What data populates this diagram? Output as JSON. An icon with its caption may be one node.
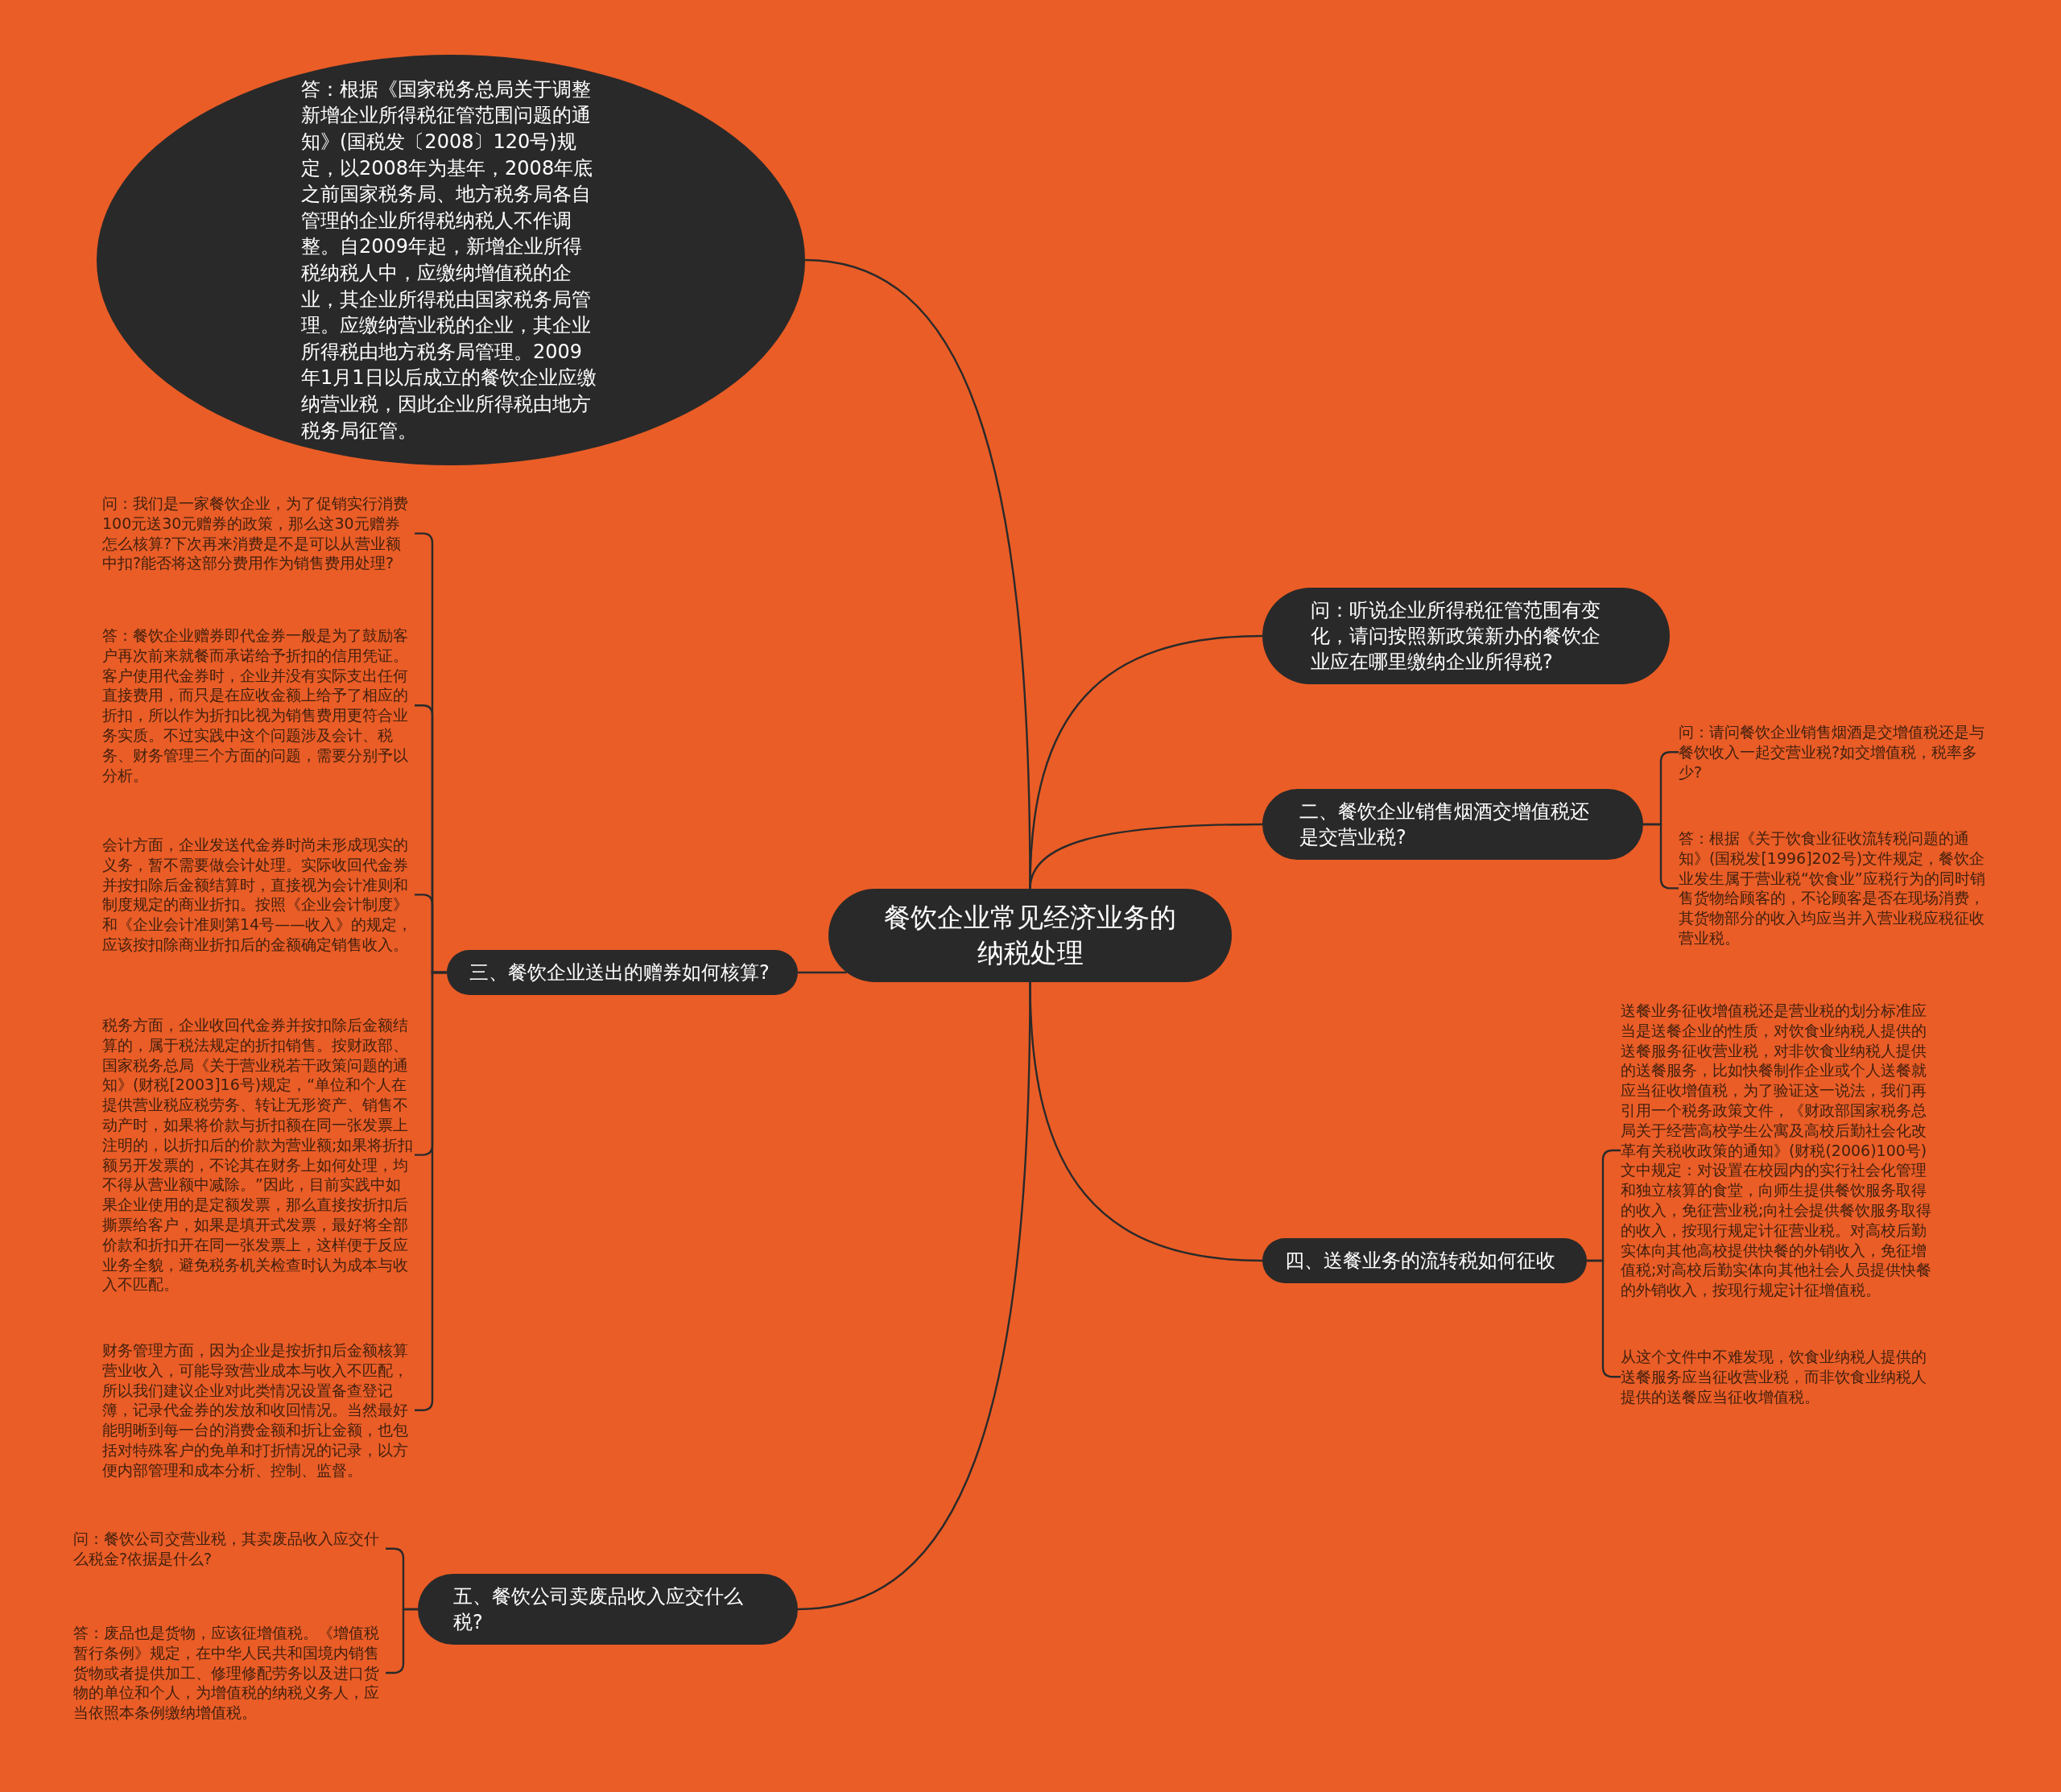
{
  "diagram": {
    "nodes": [
      {
        "text": [
          "餐饮企业常见经济业务的纳税处理"
        ]
      },
      {
        "text": [
          "答：根据《国家税务总局关于调整新增企业所得税征管范围问题的通知》(国税发〔2008〕120号)规定，以2008年为基年，2008年底之前国家税务局、地方税务局各自管理的企业所得税纳税人不作调整。自2009年起，新增企业所得税纳税人中，应缴纳增值税的企业，其企业所得税由国家税务局管理。应缴纳营业税的企业，其企业所得税由地方税务局管理。2009年1月1日以后成立的餐饮企业应缴纳营业税，因此企业所得税由地方税务局征管。"
        ]
      },
      {
        "text": [
          "问：听说企业所得税征管范围有变化，请问按照新政策新办的餐饮企业应在哪里缴纳企业所得税?"
        ]
      },
      {
        "text": [
          "二、餐饮企业销售烟酒交增值税还是交营业税?"
        ]
      },
      {
        "text": [
          "问：请问餐饮企业销售烟酒是交增值税还是与餐饮收入一起交营业税?如交增值税，税率多少?"
        ]
      },
      {
        "text": [
          "答：根据《关于饮食业征收流转税问题的通知》(国税发[1996]202号)文件规定，餐饮企业发生属于营业税“饮食业”应税行为的同时销售货物给顾客的，不论顾客是否在现场消费，其货物部分的收入均应当并入营业税应税征收营业税。"
        ]
      },
      {
        "text": [
          "三、餐饮企业送出的赠券如何核算?"
        ]
      },
      {
        "text": [
          "问：我们是一家餐饮企业，为了促销实行消费100元送30元赠券的政策，那么这30元赠券怎么核算?下次再来消费是不是可以从营业额中扣?能否将这部分费用作为销售费用处理?"
        ]
      },
      {
        "text": [
          "答：餐饮企业赠券即代金券一般是为了鼓励客户再次前来就餐而承诺给予折扣的信用凭证。客户使用代金券时，企业并没有实际支出任何直接费用，而只是在应收金额上给予了相应的折扣，所以作为折扣比视为销售费用更符合业务实质。不过实践中这个问题涉及会计、税务、财务管理三个方面的问题，需要分别予以分析。"
        ]
      },
      {
        "text": [
          "会计方面，企业发送代金券时尚未形成现实的义务，暂不需要做会计处理。实际收回代金券并按扣除后金额结算时，直接视为会计准则和制度规定的商业折扣。按照《企业会计制度》和《企业会计准则第14号——收入》的规定，应该按扣除商业折扣后的金额确定销售收入。"
        ]
      },
      {
        "text": [
          "税务方面，企业收回代金券并按扣除后金额结算的，属于税法规定的折扣销售。按财政部、国家税务总局《关于营业税若干政策问题的通知》(财税[2003]16号)规定，“单位和个人在提供营业税应税劳务、转让无形资产、销售不动产时，如果将价款与折扣额在同一张发票上注明的，以折扣后的价款为营业额;如果将折扣额另开发票的，不论其在财务上如何处理，均不得从营业额中减除。”因此，目前实践中如果企业使用的是定额发票，那么直接按折扣后撕票给客户，如果是填开式发票，最好将全部价款和折扣开在同一张发票上，这样便于反应业务全貌，避免税务机关检查时认为成本与收入不匹配。"
        ]
      },
      {
        "text": [
          "财务管理方面，因为企业是按折扣后金额核算营业收入，可能导致营业成本与收入不匹配，所以我们建议企业对此类情况设置备查登记簿，记录代金券的发放和收回情况。当然最好能明晰到每一台的消费金额和折让金额，也包括对特殊客户的免单和打折情况的记录，以方便内部管理和成本分析、控制、监督。"
        ]
      },
      {
        "text": [
          "四、送餐业务的流转税如何征收"
        ]
      },
      {
        "text": [
          "送餐业务征收增值税还是营业税的划分标准应当是送餐企业的性质，对饮食业纳税人提供的送餐服务征收营业税，对非饮食业纳税人提供的送餐服务，比如快餐制作企业或个人送餐就应当征收增值税，为了验证这一说法，我们再引用一个税务政策文件，《财政部国家税务总局关于经营高校学生公寓及高校后勤社会化改革有关税收政策的通知》(财税(2006)100号)文中规定：对设置在校园内的实行社会化管理和独立核算的食堂，向师生提供餐饮服务取得的收入，免征营业税;向社会提供餐饮服务取得的收入，按现行规定计征营业税。对高校后勤实体向其他高校提供快餐的外销收入，免征增值税;对高校后勤实体向其他社会人员提供快餐的外销收入，按现行规定计征增值税。"
        ]
      },
      {
        "text": [
          "从这个文件中不难发现，饮食业纳税人提供的送餐服务应当征收营业税，而非饮食业纳税人提供的送餐应当征收增值税。"
        ]
      },
      {
        "text": [
          "五、餐饮公司卖废品收入应交什么税?"
        ]
      },
      {
        "text": [
          "问：餐饮公司交营业税，其卖废品收入应交什么税金?依据是什么?"
        ]
      },
      {
        "text": [
          "答：废品也是货物，应该征增值税。《增值税暂行条例》规定，在中华人民共和国境内销售货物或者提供加工、修理修配劳务以及进口货物的单位和个人，为增值税的纳税义务人，应当依照本条例缴纳增值税。"
        ]
      }
    ],
    "edges": [
      {
        "from": 0,
        "to": 1,
        "arrow": "none"
      },
      {
        "from": 0,
        "to": 2,
        "arrow": "none"
      },
      {
        "from": 0,
        "to": 3,
        "arrow": "none"
      },
      {
        "from": 3,
        "to": 4,
        "arrow": "none"
      },
      {
        "from": 3,
        "to": 5,
        "arrow": "none"
      },
      {
        "from": 0,
        "to": 6,
        "arrow": "none"
      },
      {
        "from": 6,
        "to": 7,
        "arrow": "none"
      },
      {
        "from": 6,
        "to": 8,
        "arrow": "none"
      },
      {
        "from": 6,
        "to": 9,
        "arrow": "none"
      },
      {
        "from": 6,
        "to": 10,
        "arrow": "none"
      },
      {
        "from": 6,
        "to": 11,
        "arrow": "none"
      },
      {
        "from": 0,
        "to": 12,
        "arrow": "none"
      },
      {
        "from": 12,
        "to": 13,
        "arrow": "none"
      },
      {
        "from": 12,
        "to": 14,
        "arrow": "none"
      },
      {
        "from": 0,
        "to": 15,
        "arrow": "none"
      },
      {
        "from": 15,
        "to": 16,
        "arrow": "none"
      },
      {
        "from": 15,
        "to": 17,
        "arrow": "none"
      }
    ]
  }
}
